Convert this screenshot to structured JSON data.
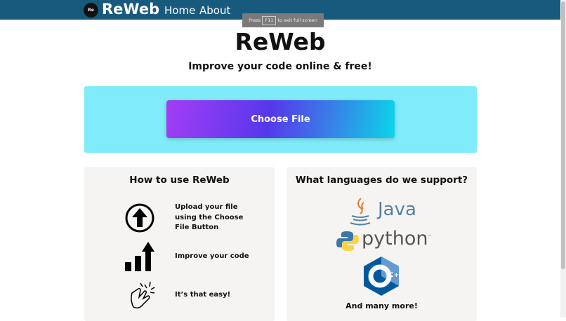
{
  "header": {
    "logo_text": "Re",
    "brand": "ReWeb",
    "nav": [
      "Home",
      "About"
    ]
  },
  "toast": {
    "prefix": "Press",
    "key": "F11",
    "suffix": "to exit full screen"
  },
  "hero": {
    "title": "ReWeb",
    "subtitle": "Improve your code online & free!"
  },
  "upload": {
    "button": "Choose File"
  },
  "howto": {
    "title": "How to use ReWeb",
    "steps": [
      "Upload your file using the Choose File Button",
      "Improve your code",
      "It’s that easy!"
    ]
  },
  "languages": {
    "title": "What languages do we support?",
    "items": [
      "Java",
      "python",
      "C++"
    ],
    "more": "And many more!"
  },
  "colors": {
    "header": "#175a7e",
    "panel": "#80ebfa",
    "card": "#f6f3f3"
  }
}
